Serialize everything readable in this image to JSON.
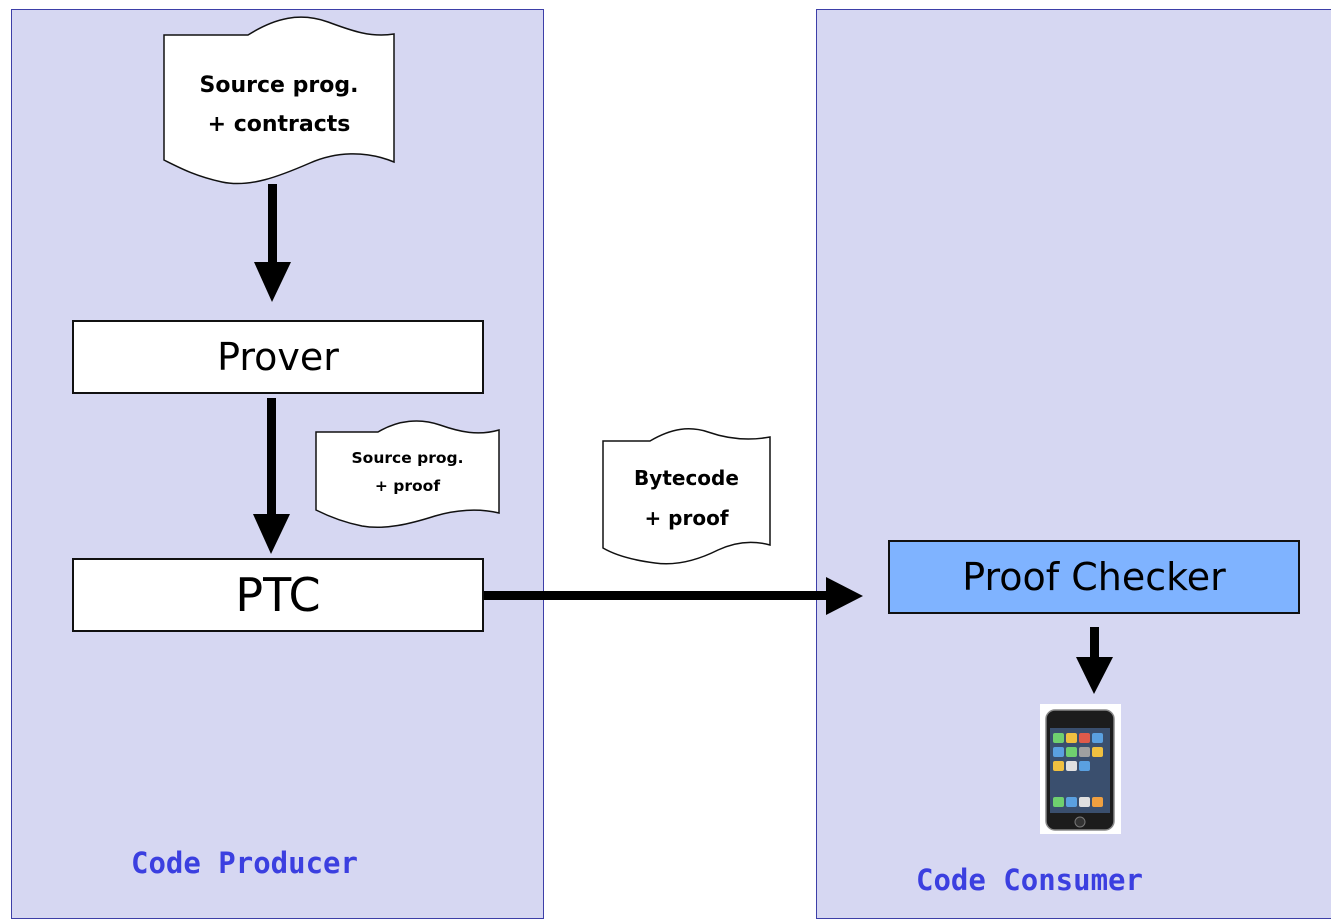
{
  "producer": {
    "label": "Code Producer"
  },
  "consumer": {
    "label": "Code Consumer"
  },
  "documents": {
    "source_contracts": {
      "line1": "Source prog.",
      "line2": "+ contracts"
    },
    "source_proof": {
      "line1": "Source prog.",
      "line2": "+ proof"
    },
    "bytecode_proof": {
      "line1": "Bytecode",
      "line2": "+ proof"
    }
  },
  "boxes": {
    "prover": "Prover",
    "ptc": "PTC",
    "proof_checker": "Proof Checker"
  },
  "colors": {
    "panel_fill": "#d6d7f2",
    "panel_border": "#3d3fa8",
    "label": "#3b3fe0",
    "proof_checker_fill": "#7fb3ff"
  },
  "icons": {
    "device": "smartphone-icon"
  }
}
